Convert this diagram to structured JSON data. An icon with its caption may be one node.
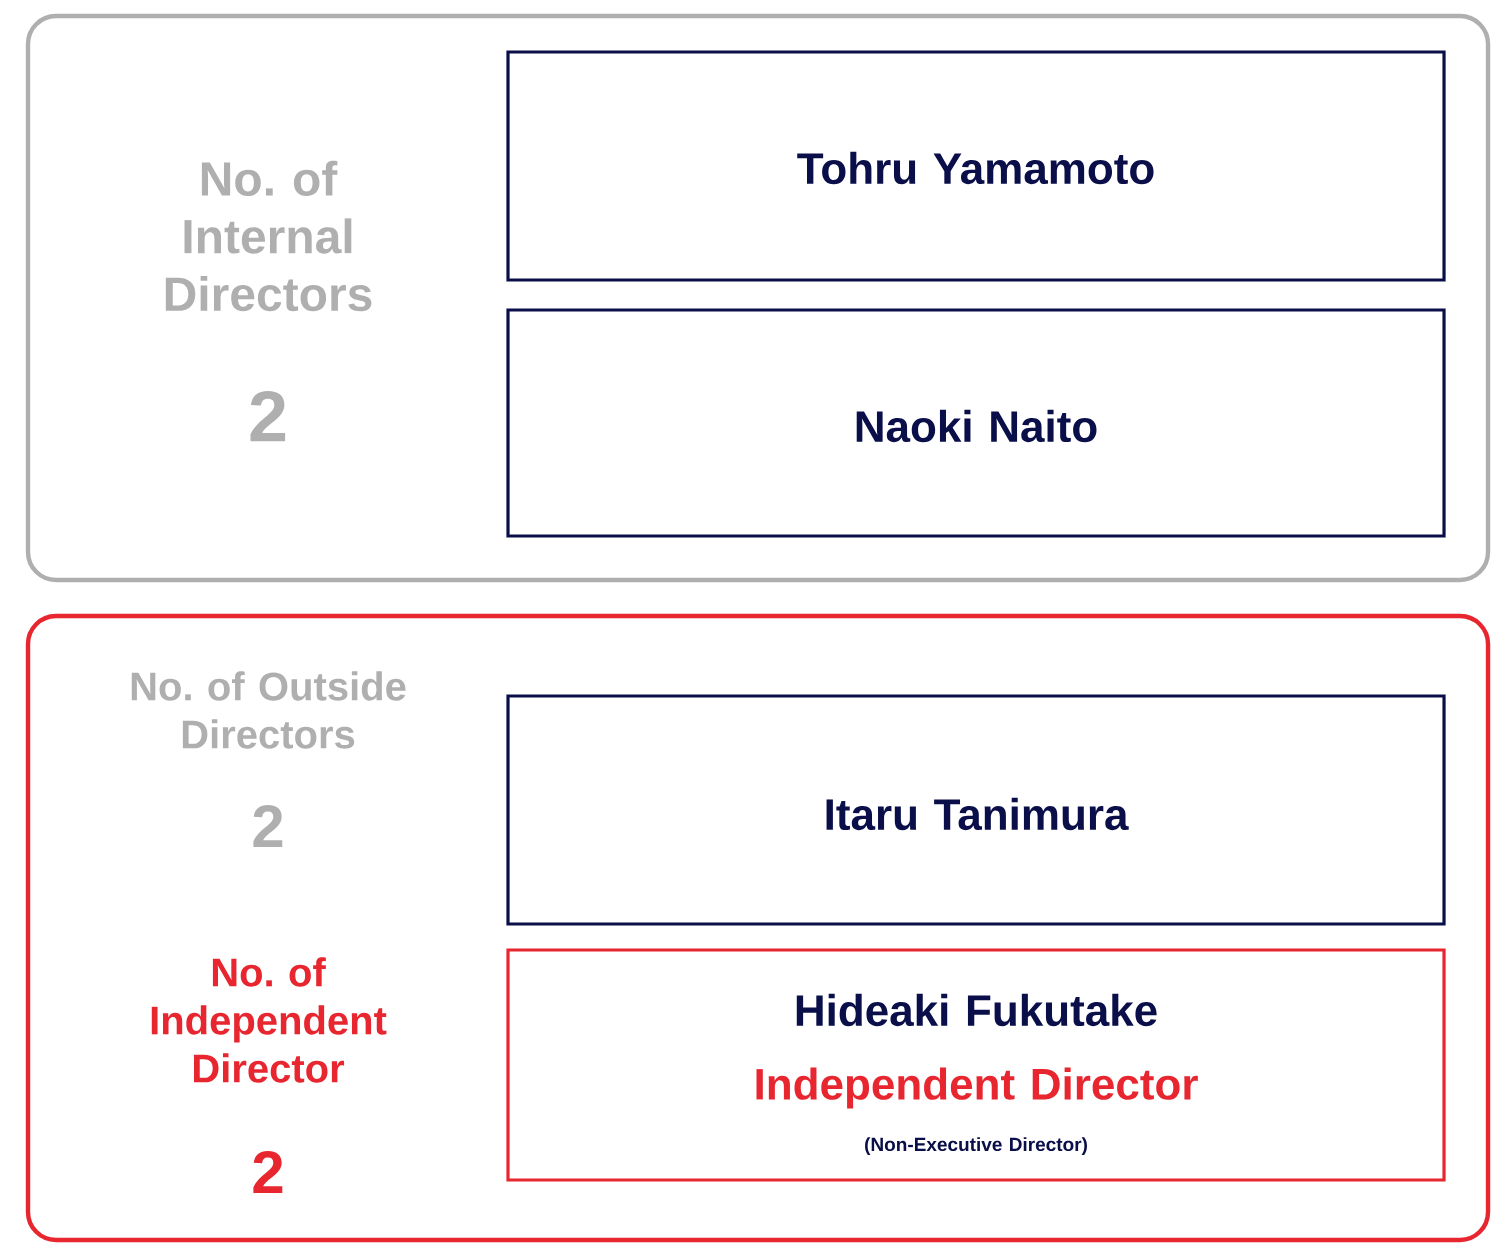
{
  "diagram": {
    "nodes": [
      {
        "text": [
          "No. of Internal Directors",
          "2"
        ]
      },
      {
        "text": [
          "Tohru Yamamoto"
        ],
        "in": 0
      },
      {
        "text": [
          "Naoki Naito"
        ],
        "in": 0
      },
      {
        "text": [
          "No. of Outside Directors",
          "2",
          "No. of Independent Director",
          "2"
        ]
      },
      {
        "text": [
          "Itaru Tanimura"
        ],
        "in": 3
      },
      {
        "text": [
          "Hideaki Fukutake",
          "Independent Director",
          "(Non-Executive Director)"
        ],
        "in": 3
      }
    ]
  }
}
